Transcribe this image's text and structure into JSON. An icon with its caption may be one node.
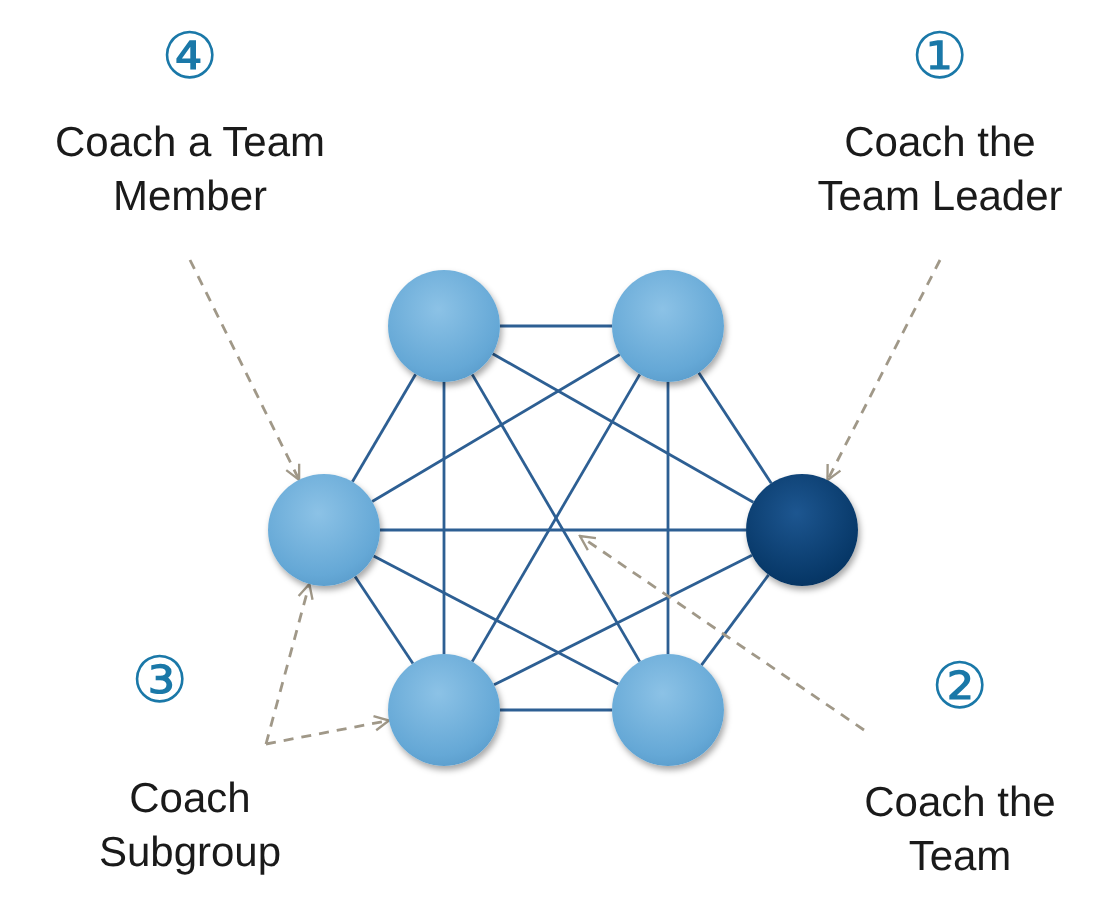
{
  "diagram": {
    "nodes": [
      {
        "text": [
          "④",
          "Coach a Team Member"
        ]
      },
      {
        "text": [
          "①",
          "Coach the Team Leader"
        ]
      },
      {
        "text": [],
        "shape": "circle"
      },
      {
        "text": [],
        "shape": "circle"
      },
      {
        "text": [],
        "shape": "circle"
      },
      {
        "text": [],
        "shape": "circle"
      },
      {
        "text": [],
        "shape": "circle"
      },
      {
        "text": [],
        "shape": "circle"
      },
      {
        "text": [
          "③",
          "Coach Subgroup"
        ]
      },
      {
        "text": [
          "②",
          "Coach the Team"
        ]
      }
    ],
    "edges": [
      {
        "from": 2,
        "to": 3,
        "arrow": "none"
      },
      {
        "from": 2,
        "to": 4,
        "arrow": "none"
      },
      {
        "from": 2,
        "to": 5,
        "arrow": "none"
      },
      {
        "from": 2,
        "to": 6,
        "arrow": "none"
      },
      {
        "from": 2,
        "to": 7,
        "arrow": "none"
      },
      {
        "from": 3,
        "to": 4,
        "arrow": "none"
      },
      {
        "from": 3,
        "to": 5,
        "arrow": "none"
      },
      {
        "from": 3,
        "to": 6,
        "arrow": "none"
      },
      {
        "from": 3,
        "to": 7,
        "arrow": "none"
      },
      {
        "from": 4,
        "to": 5,
        "arrow": "none"
      },
      {
        "from": 4,
        "to": 6,
        "arrow": "none"
      },
      {
        "from": 4,
        "to": 7,
        "arrow": "none"
      },
      {
        "from": 5,
        "to": 6,
        "arrow": "none"
      },
      {
        "from": 5,
        "to": 7,
        "arrow": "none"
      },
      {
        "from": 6,
        "to": 7,
        "arrow": "none"
      },
      {
        "from": 0,
        "to": 4,
        "arrow": "to",
        "style": "dashed",
        "color": "#a09888"
      },
      {
        "from": 1,
        "to": 5,
        "arrow": "to",
        "style": "dashed",
        "color": "#a09888"
      },
      {
        "from": 8,
        "to": 4,
        "arrow": "to",
        "style": "dashed",
        "color": "#a09888"
      },
      {
        "from": 8,
        "to": 6,
        "arrow": "to",
        "style": "dashed",
        "color": "#a09888"
      },
      {
        "from": 9,
        "to": null,
        "arrow": "to",
        "style": "dashed",
        "color": "#a09888"
      }
    ]
  }
}
